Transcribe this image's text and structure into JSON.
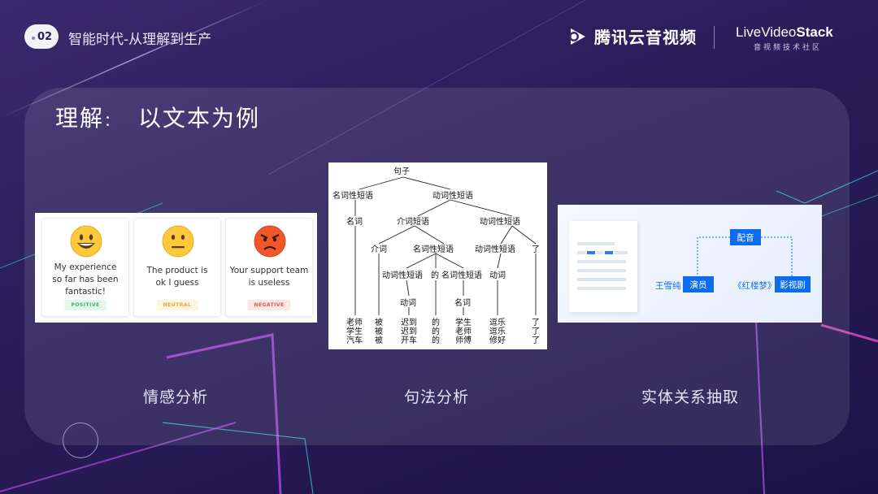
{
  "header": {
    "section_number": "02",
    "section_title": "智能时代-从理解到生产",
    "brand_name": "腾讯云音视频",
    "partner_name_pre": "Live",
    "partner_name_mid": "Video",
    "partner_name_bold": "Stack",
    "partner_subtitle": "音视频技术社区"
  },
  "panel": {
    "title_main": "理解",
    "title_sep": "：",
    "title_sub": "以文本为例"
  },
  "sentiment": {
    "cards": [
      {
        "text_lines": [
          "My experience",
          "so far has been",
          "fantastic!"
        ],
        "tag": "POSITIVE",
        "face": "happy-face"
      },
      {
        "text_lines": [
          "The product is",
          "ok I guess"
        ],
        "tag": "NEUTRAL",
        "face": "neutral-face"
      },
      {
        "text_lines": [
          "Your support team",
          "is useless"
        ],
        "tag": "NEGATIVE",
        "face": "angry-face"
      }
    ],
    "colors": {
      "positive": "#3bb56d",
      "neutral": "#e4a53c",
      "negative": "#e05757"
    }
  },
  "syntax_tree": {
    "root": "句子",
    "l1_left": "名词性短语",
    "l1_right": "动词性短语",
    "l2_noun": "名词",
    "l2_prep": "介词短语",
    "l2_verb": "动词性短语",
    "l3_prep": "介词",
    "l3_np": "名词性短语",
    "l3_vp": "动词性短语",
    "l3_le": "了",
    "l4_vp": "动词性短语",
    "l4_de": "的",
    "l4_np": "名词性短语",
    "l4_verb": "动词",
    "l5_verb": "动词",
    "l5_noun": "名词",
    "words_col1": [
      "老师",
      "学生",
      "汽车"
    ],
    "words_col2": [
      "被",
      "被",
      "被"
    ],
    "words_col3": [
      "迟到",
      "迟到",
      "开车"
    ],
    "words_col4": [
      "的",
      "的",
      "的"
    ],
    "words_col5": [
      "学生",
      "老师",
      "师傅"
    ],
    "words_col6": [
      "逗乐",
      "逗乐",
      "修好"
    ],
    "words_col7": [
      "了",
      "了",
      "了"
    ]
  },
  "entity": {
    "relation": "配音",
    "left_entity": "王雪纯",
    "left_type": "演员",
    "right_entity": "《红楼梦》",
    "right_type": "影视剧",
    "accent": "#0c6cf0"
  },
  "captions": {
    "sentiment": "情感分析",
    "syntax": "句法分析",
    "entity": "实体关系抽取"
  }
}
